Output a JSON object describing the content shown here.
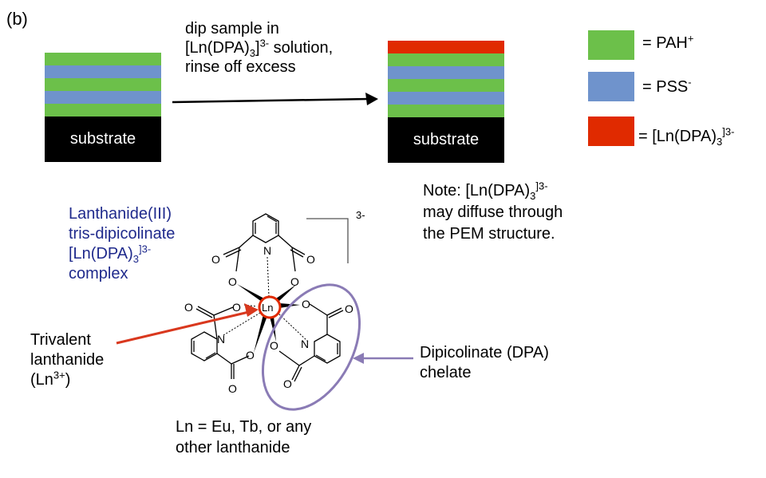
{
  "panel_label": "(b)",
  "step": {
    "line1": "dip sample in",
    "line2_pre": "[Ln(DPA)",
    "line2_sub": "3",
    "line2_sup": "3-",
    "line2_post": " solution,",
    "line3": "rinse off excess"
  },
  "substrate_label": "substrate",
  "legend": [
    {
      "text": "= PAH",
      "sup": "+",
      "sub": "",
      "sup2": "",
      "color": "#6cc04a"
    },
    {
      "text": "= PSS",
      "sup": "-",
      "sub": "",
      "sup2": "",
      "color": "#6f93cc"
    },
    {
      "text": "= [Ln(DPA)",
      "sup": "",
      "sub": "3",
      "sup2": "]3-",
      "color": "#e02a00"
    }
  ],
  "note": {
    "line1_pre": "Note: [Ln(DPA)",
    "line1_sub": "3",
    "line1_sup": "]3-",
    "line2": "may diffuse through",
    "line3": "the PEM structure."
  },
  "complex_label": {
    "line1": "Lanthanide(III)",
    "line2": "tris-dipicolinate",
    "line3_pre": "[Ln(DPA)",
    "line3_sub": "3",
    "line3_sup": "]3-",
    "line4": "complex"
  },
  "charge": "3-",
  "ln_label": "Ln",
  "atom_O": "O",
  "atom_N": "N",
  "trivalent": {
    "line1": "Trivalent",
    "line2": "lanthanide",
    "line3_pre": "(Ln",
    "line3_sup": "3+",
    "line3_post": ")"
  },
  "dpa_label": {
    "line1": "Dipicolinate (DPA)",
    "line2": "chelate"
  },
  "ln_examples": {
    "line1": "Ln = Eu, Tb, or any",
    "line2": "other lanthanide"
  }
}
